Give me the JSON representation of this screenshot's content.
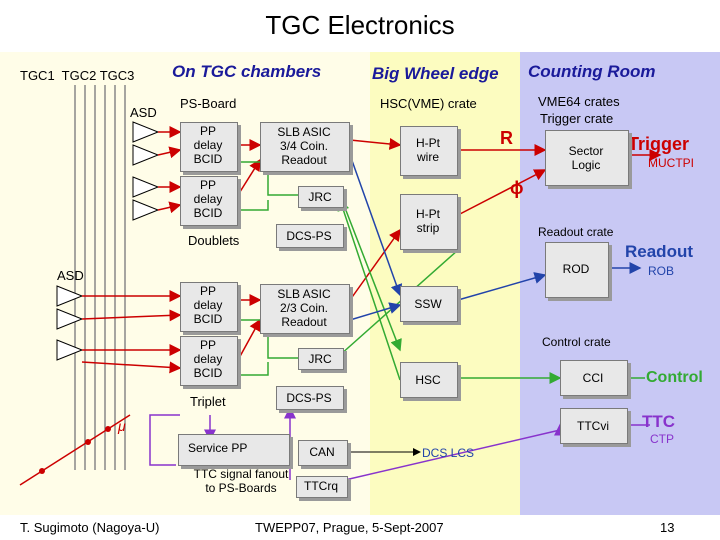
{
  "title": "TGC Electronics",
  "headers": {
    "tgc_layers": "TGC1  TGC2 TGC3",
    "on_chambers": "On TGC chambers",
    "big_wheel": "Big Wheel edge",
    "counting_room": "Counting Room"
  },
  "labels": {
    "asd_top": "ASD",
    "asd_bottom": "ASD",
    "ps_board": "PS-Board",
    "hsc_crate": "HSC(VME) crate",
    "vme64": "VME64 crates",
    "trigger_crate": "Trigger crate",
    "readout_crate": "Readout crate",
    "control_crate": "Control crate",
    "doublets": "Doublets",
    "triplet": "Triplet",
    "mu": "μ",
    "r": "R",
    "phi": "ϕ",
    "trigger": "Trigger",
    "muctpi": "MUCTPI",
    "readout": "Readout",
    "rob": "ROB",
    "control": "Control",
    "ttc": "TTC",
    "ctp": "CTP",
    "dcs_lcs": "DCS LCS",
    "ttc_fanout": "TTC signal fanout\nto PS-Boards"
  },
  "boxes": {
    "pp1": "PP\ndelay\nBCID",
    "pp2": "PP\ndelay\nBCID",
    "pp3": "PP\ndelay\nBCID",
    "pp4": "PP\ndelay\nBCID",
    "slb1": "SLB ASIC\n3/4 Coin.\nReadout",
    "slb2": "SLB ASIC\n2/3 Coin.\nReadout",
    "jrc1": "JRC",
    "jrc2": "JRC",
    "dcsps1": "DCS-PS",
    "dcsps2": "DCS-PS",
    "hpt_wire": "H-Pt\nwire",
    "hpt_strip": "H-Pt\nstrip",
    "ssw": "SSW",
    "hsc": "HSC",
    "sector_logic": "Sector\nLogic",
    "rod": "ROD",
    "cci": "CCI",
    "ttcvi": "TTCvi",
    "service_pp": "Service PP",
    "can": "CAN",
    "ttcrq": "TTCrq"
  },
  "footer": {
    "author": "T. Sugimoto (Nagoya-U)",
    "event": "TWEPP07, Prague, 5-Sept-2007",
    "page": "13"
  },
  "colors": {
    "chamber_bg": "#fffde8",
    "bigwheel_bg": "#fcfcc0",
    "counting_bg": "#c8c8f4",
    "header_blue": "#1a1a9a",
    "signal_red": "#cc0000",
    "link_green": "#33aa33",
    "link_purple": "#8833cc",
    "link_blue": "#2244aa"
  }
}
